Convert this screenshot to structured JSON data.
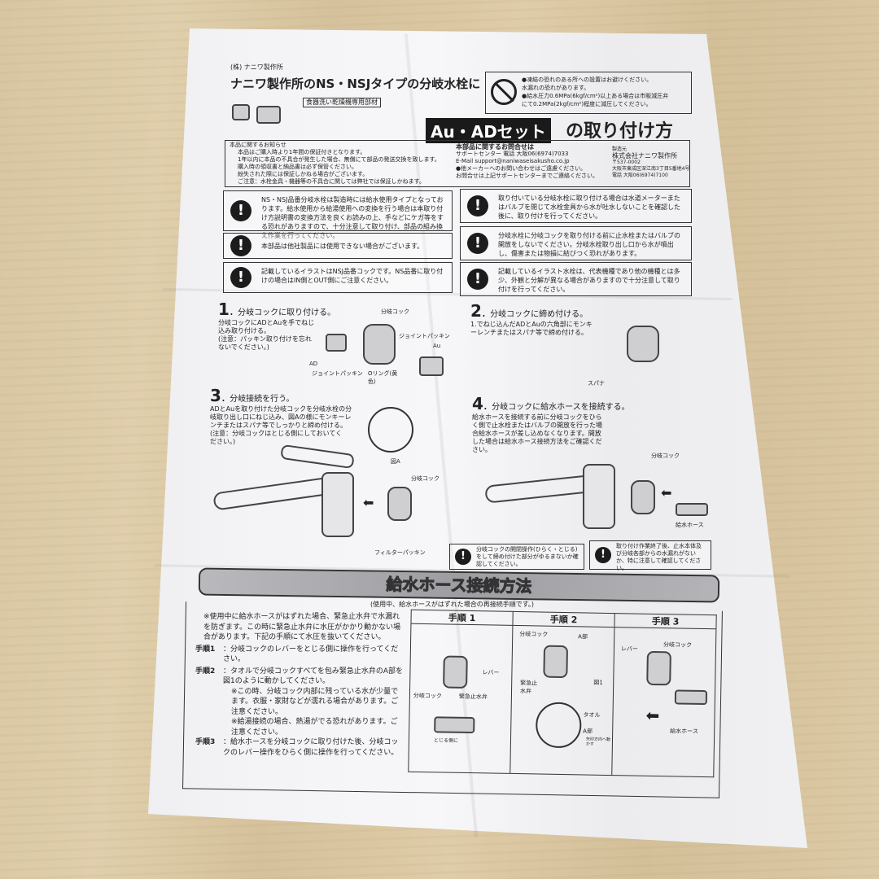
{
  "header": {
    "company": "(株) ナニワ製作所",
    "title": "ナニワ製作所のNS・NSJタイプの分岐水栓に",
    "subtitle_tag": "食器洗い乾燥機専用部材",
    "product_badge": "Au・ADセット",
    "title_suffix": "の取り付け方",
    "prohibit_notice": [
      "●凍結の恐れのある所への設置はお避けください。",
      "水漏れの恐れがあります。",
      "●給水圧力0.6MPa(6kgf/cm²)以上ある場合は市販減圧弁",
      "にて0.2MPa(2kgf/cm²)程度に減圧してください。"
    ]
  },
  "notice": {
    "title": "本品に関するお知らせ",
    "lines": [
      "本品はご購入時より1年間の保証付きとなります。",
      "1年以内に本品の不具合が発生した場合、無償にて部品の発送交換を致します。",
      "購入時の領収書と納品書は必ず保管ください。",
      "紛失された際には保証しかねる場合がございます。",
      "ご注意：水栓金具・機器等の不具合に関しては弊社では保証しかねます。"
    ]
  },
  "contact": {
    "title": "本部品に関するお問合せは",
    "center": "サポートセンター 電話 大阪06(6974)7033",
    "email": "E-Mail support@naniwaseisakusho.co.jp",
    "note": [
      "●他メーカーへのお問い合わせはご遠慮ください。",
      "お問合せは上記サポートセンターまでご連絡ください。"
    ],
    "maker_label": "製造元",
    "maker": "株式会社ナニワ製作所",
    "address": [
      "〒537-0002",
      "大阪市東成区深江南3丁目5番地4号",
      "電話 大阪06(6974)7100"
    ]
  },
  "warnings_left": [
    "NS・NSJ品番分岐水栓は製造時には給水使用タイプとなっております。給水使用から給湯使用への変換を行う場合は本取り付け方説明書の変換方法を良くお読みの上、手などにケガ等をする恐れがありますので、十分注意して取り付け、部品の組み換え作業を行ってください。",
    "本部品は他社製品には使用できない場合がございます。",
    "記載しているイラストはNSJ品番コックです。NS品番に取り付けの場合はIN側とOUT側にご注意ください。"
  ],
  "warnings_right": [
    "取り付いている分岐水栓に取り付ける場合は水道メーターまたはバルブを閉じて水栓金具から水が吐水しないことを確認した後に、取り付けを行ってください。",
    "分岐水栓に分岐コックを取り付ける前に止水栓またはバルブの開放をしないでください。分岐水栓取り出し口から水が噴出し、傷害または物損に結びつく恐れがあります。",
    "記載しているイラスト水栓は、代表機種であり他の機種とは多少、外観と分解が異なる場合がありますので十分注意して取り付けを行ってください。"
  ],
  "steps": [
    {
      "num": "1",
      "title": "分岐コックに取り付ける。",
      "body": "分岐コックにADとAuを手でねじ込み取り付ける。",
      "note": "(注意：パッキン取り付けを忘れないでください。)",
      "labels": [
        "分岐コック",
        "ジョイントパッキン",
        "Au",
        "AD",
        "ジョイントパッキン",
        "Oリング(黄色)"
      ]
    },
    {
      "num": "2",
      "title": "分岐コックに締め付ける。",
      "body": "1.でねじ込んだADとAuの六角部にモンキーレンチまたはスパナ等で締め付ける。",
      "labels": [
        "スパナ"
      ]
    },
    {
      "num": "3",
      "title": "分岐接続を行う。",
      "body": "ADとAuを取り付けた分岐コックを分岐水栓の分岐取り出し口にねじ込み、図Aの様にモンキーレンチまたはスパナ等でしっかりと締め付ける。",
      "note": "(注意：分岐コックはとじる側にしておいてください。)",
      "labels": [
        "図A",
        "分岐コック",
        "フィルターパッキン"
      ]
    },
    {
      "num": "4",
      "title": "分岐コックに給水ホースを接続する。",
      "body": "給水ホースを接続する前に分岐コックをひらく側で止水栓またはバルブの開放を行った場合給水ホースが差し込めなくなります。開放した場合は給水ホース接続方法をご確認ください。",
      "labels": [
        "分岐コック",
        "給水ホース"
      ]
    }
  ],
  "cautions": [
    "分岐コックの開閉操作(ひらく・とじる)をして締め付けた部分がゆるまないか確認してください。",
    "取り付け作業終了後、止水本体及び分岐各部からの水漏れがないか、特に注意して確認してください。"
  ],
  "hose": {
    "title": "給水ホース接続方法",
    "subtitle": "(使用中、給水ホースがはずれた場合の再接続手順です。)",
    "intro": "※使用中に給水ホースがはずれた場合、緊急止水弁で水漏れを防ぎます。この時に緊急止水弁に水圧がかかり動かない場合があります。下記の手順にて水圧を抜いてください。",
    "procedures": [
      {
        "label": "手順1",
        "text": "：分岐コックのレバーをとじる側に操作を行ってください。"
      },
      {
        "label": "手順2",
        "text": "：タオルで分岐コックすべてを包み緊急止水弁のA部を図1のように動かしてください。"
      },
      {
        "label": "",
        "text": "※この時、分岐コック内部に残っている水が少量でます。衣服・家財などが濡れる場合があります。ご注意ください。"
      },
      {
        "label": "",
        "text": "※給湯接続の場合、熱湯がでる恐れがあります。ご注意ください。"
      },
      {
        "label": "手順3",
        "text": "：給水ホースを分岐コックに取り付けた後、分岐コックのレバー操作をひらく側に操作を行ってください。"
      }
    ],
    "panels": [
      {
        "title": "手順 1",
        "labels": [
          "レバー",
          "分岐コック",
          "緊急止水弁",
          "とじる側に"
        ]
      },
      {
        "title": "手順 2",
        "labels": [
          "分岐コック",
          "A部",
          "緊急止水弁",
          "図1",
          "タオル",
          "A部",
          "矢印方向へ動かす"
        ]
      },
      {
        "title": "手順 3",
        "labels": [
          "レバー",
          "分岐コック",
          "給水ホース"
        ]
      }
    ]
  }
}
